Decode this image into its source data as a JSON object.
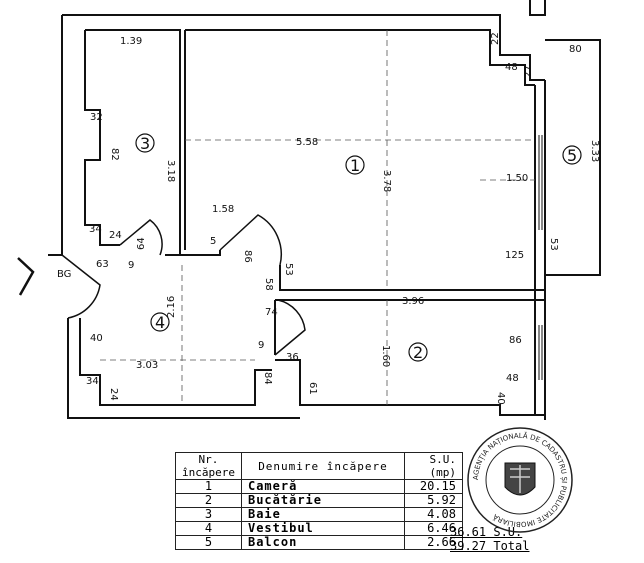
{
  "plan": {
    "room_numbers": [
      "1",
      "2",
      "3",
      "4",
      "5"
    ],
    "entrance_label": "BG",
    "dimensions": [
      "1.39",
      "3.18",
      "32",
      "82",
      "34",
      "24",
      "63",
      "64",
      "5.58",
      "3.78",
      "1.50",
      "1.58",
      "5",
      "86",
      "53",
      "58",
      "74",
      "9",
      "2.16",
      "3.03",
      "40",
      "34",
      "24",
      "84",
      "36",
      "61",
      "1.60",
      "3.96",
      "86",
      "48",
      "40",
      "125",
      "53",
      "80",
      "3.33",
      "22",
      "48",
      "27",
      "9"
    ]
  },
  "legend": {
    "header": {
      "nr": "Nr. încăpere",
      "name": "Denumire încăpere",
      "area": "S.U.(mp)"
    },
    "rows": [
      {
        "nr": "1",
        "name": "Cameră",
        "area": "20.15"
      },
      {
        "nr": "2",
        "name": "Bucătărie",
        "area": "5.92"
      },
      {
        "nr": "3",
        "name": "Baie",
        "area": "4.08"
      },
      {
        "nr": "4",
        "name": "Vestibul",
        "area": "6.46"
      },
      {
        "nr": "5",
        "name": "Balcon",
        "area": "2.66"
      }
    ]
  },
  "totals": {
    "su": "36.61 S.U.",
    "total": "39.27 Total"
  },
  "stamp": {
    "text": "AGENȚIA NAȚIONALĂ DE CADASTRU ȘI PUBLICITATE IMOBILIARĂ"
  }
}
